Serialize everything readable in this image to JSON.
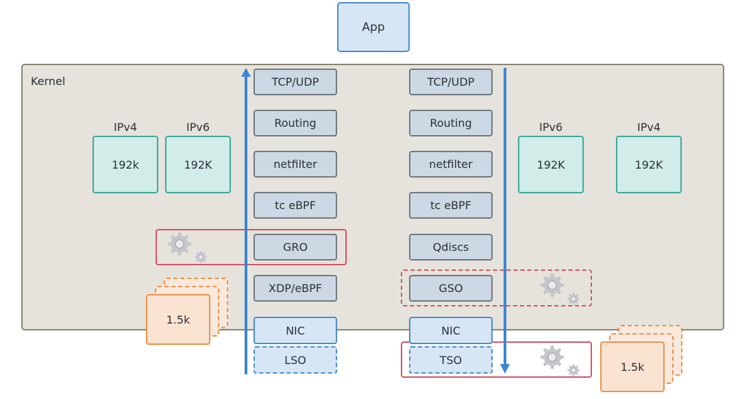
{
  "app": {
    "label": "App"
  },
  "kernel": {
    "label": "Kernel"
  },
  "receive_path": {
    "direction": "up",
    "layers": [
      "TCP/UDP",
      "Routing",
      "netfilter",
      "tc eBPF",
      "GRO",
      "XDP/eBPF"
    ],
    "nic": "NIC",
    "offload": "LSO",
    "highlight": {
      "target": "GRO",
      "style": "solid",
      "icon": "gears-icon"
    }
  },
  "transmit_path": {
    "direction": "down",
    "layers": [
      "TCP/UDP",
      "Routing",
      "netfilter",
      "tc eBPF",
      "Qdiscs",
      "GSO"
    ],
    "nic": "NIC",
    "offload": "TSO",
    "highlights": [
      {
        "target": "GSO",
        "style": "dashed",
        "icon": "gears-icon"
      },
      {
        "target": "TSO",
        "style": "solid",
        "icon": "gears-icon"
      }
    ]
  },
  "left_buffers": [
    {
      "protocol": "IPv4",
      "size": "192k"
    },
    {
      "protocol": "IPv6",
      "size": "192K"
    }
  ],
  "right_buffers": [
    {
      "protocol": "IPv6",
      "size": "192K"
    },
    {
      "protocol": "IPv4",
      "size": "192K"
    }
  ],
  "left_packets": {
    "size": "1.5k"
  },
  "right_packets": {
    "size": "1.5k"
  },
  "colors": {
    "kernel_bg": "#e6e2dc",
    "kernel_border": "#8a8272",
    "layer_bg": "#ccd9e4",
    "nic_bg": "#d6e6f5",
    "arrow": "#3a86cf",
    "buffer_bg": "#d2ecea",
    "buffer_border": "#3ca89a",
    "highlight": "#cf5566",
    "packet_bg": "#fbe3d2",
    "packet_border": "#e8934d"
  }
}
